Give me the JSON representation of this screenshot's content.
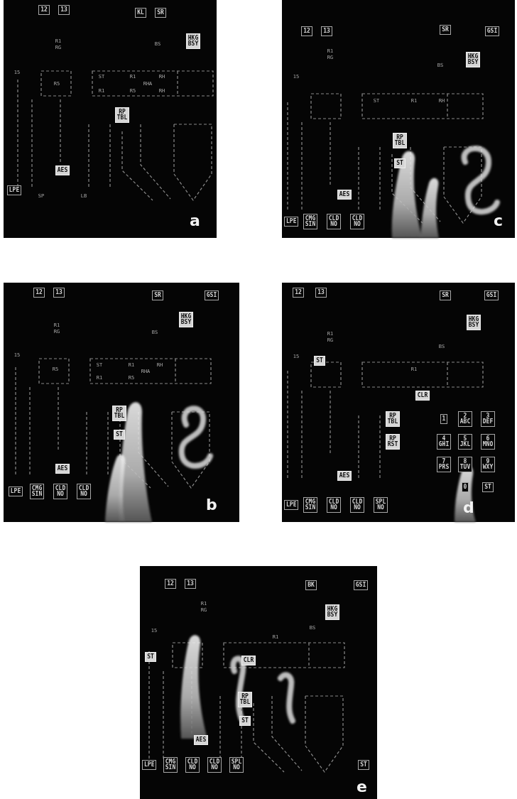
{
  "diagram": {
    "nodes": [
      {
        "text": [
          "a"
        ]
      },
      {
        "text": [
          "12"
        ],
        "in": 0
      },
      {
        "text": [
          "13"
        ],
        "in": 0
      },
      {
        "text": [
          "KL"
        ],
        "in": 0
      },
      {
        "text": [
          "SR"
        ],
        "in": 0
      },
      {
        "text": [
          "HKG BSY"
        ],
        "in": 0
      },
      {
        "text": [
          "RP TBL"
        ],
        "in": 0
      },
      {
        "text": [
          "AES"
        ],
        "in": 0
      },
      {
        "text": [
          "LPE"
        ],
        "in": 0
      },
      {
        "text": [
          "b"
        ]
      },
      {
        "text": [
          "12"
        ],
        "in": 9
      },
      {
        "text": [
          "13"
        ],
        "in": 9
      },
      {
        "text": [
          "SR"
        ],
        "in": 9
      },
      {
        "text": [
          "GSI"
        ],
        "in": 9
      },
      {
        "text": [
          "HKG BSY"
        ],
        "in": 9
      },
      {
        "text": [
          "RP TBL"
        ],
        "in": 9
      },
      {
        "text": [
          "ST"
        ],
        "in": 9
      },
      {
        "text": [
          "AES"
        ],
        "in": 9
      },
      {
        "text": [
          "LPE"
        ],
        "in": 9
      },
      {
        "text": [
          "CMG SIN"
        ],
        "in": 9
      },
      {
        "text": [
          "CLD NO"
        ],
        "in": 9
      },
      {
        "text": [
          "CLD NO"
        ],
        "in": 9
      },
      {
        "text": [
          "c"
        ]
      },
      {
        "text": [
          "12"
        ],
        "in": 22
      },
      {
        "text": [
          "13"
        ],
        "in": 22
      },
      {
        "text": [
          "SR"
        ],
        "in": 22
      },
      {
        "text": [
          "GSI"
        ],
        "in": 22
      },
      {
        "text": [
          "HKG BSY"
        ],
        "in": 22
      },
      {
        "text": [
          "RP TBL"
        ],
        "in": 22
      },
      {
        "text": [
          "ST"
        ],
        "in": 22
      },
      {
        "text": [
          "AES"
        ],
        "in": 22
      },
      {
        "text": [
          "LPE"
        ],
        "in": 22
      },
      {
        "text": [
          "CMG SIN"
        ],
        "in": 22
      },
      {
        "text": [
          "CLD NO"
        ],
        "in": 22
      },
      {
        "text": [
          "CLD NO"
        ],
        "in": 22
      },
      {
        "text": [
          "d"
        ]
      },
      {
        "text": [
          "12"
        ],
        "in": 35
      },
      {
        "text": [
          "13"
        ],
        "in": 35
      },
      {
        "text": [
          "SR"
        ],
        "in": 35
      },
      {
        "text": [
          "GSI"
        ],
        "in": 35
      },
      {
        "text": [
          "HKG BSY"
        ],
        "in": 35
      },
      {
        "text": [
          "ST"
        ],
        "in": 35
      },
      {
        "text": [
          "CLR"
        ],
        "in": 35
      },
      {
        "text": [
          "RP TBL"
        ],
        "in": 35
      },
      {
        "text": [
          "RP RST"
        ],
        "in": 35
      },
      {
        "text": [
          "1"
        ],
        "in": 35
      },
      {
        "text": [
          "2 ABC"
        ],
        "in": 35
      },
      {
        "text": [
          "3 DEF"
        ],
        "in": 35
      },
      {
        "text": [
          "4 GHI"
        ],
        "in": 35
      },
      {
        "text": [
          "5 JKL"
        ],
        "in": 35
      },
      {
        "text": [
          "6 MNO"
        ],
        "in": 35
      },
      {
        "text": [
          "7 PRS"
        ],
        "in": 35
      },
      {
        "text": [
          "8 TUV"
        ],
        "in": 35
      },
      {
        "text": [
          "9 WXY"
        ],
        "in": 35
      },
      {
        "text": [
          "0"
        ],
        "in": 35
      },
      {
        "text": [
          "ST"
        ],
        "in": 35
      },
      {
        "text": [
          "AES"
        ],
        "in": 35
      },
      {
        "text": [
          "LPE"
        ],
        "in": 35
      },
      {
        "text": [
          "CMG SIN"
        ],
        "in": 35
      },
      {
        "text": [
          "CLD NO"
        ],
        "in": 35
      },
      {
        "text": [
          "CLD NO"
        ],
        "in": 35
      },
      {
        "text": [
          "SPL NO"
        ],
        "in": 35
      },
      {
        "text": [
          "e"
        ]
      },
      {
        "text": [
          "12"
        ],
        "in": 62
      },
      {
        "text": [
          "13"
        ],
        "in": 62
      },
      {
        "text": [
          "BK"
        ],
        "in": 62
      },
      {
        "text": [
          "GSI"
        ],
        "in": 62
      },
      {
        "text": [
          "HKG BSY"
        ],
        "in": 62
      },
      {
        "text": [
          "ST"
        ],
        "in": 62
      },
      {
        "text": [
          "CLR"
        ],
        "in": 62
      },
      {
        "text": [
          "RP TBL"
        ],
        "in": 62
      },
      {
        "text": [
          "ST"
        ],
        "in": 62
      },
      {
        "text": [
          "AES"
        ],
        "in": 62
      },
      {
        "text": [
          "LPE"
        ],
        "in": 62
      },
      {
        "text": [
          "CMG SIN"
        ],
        "in": 62
      },
      {
        "text": [
          "CLD NO"
        ],
        "in": 62
      },
      {
        "text": [
          "CLD NO"
        ],
        "in": 62
      },
      {
        "text": [
          "SPL NO"
        ],
        "in": 62
      },
      {
        "text": [
          "ST"
        ],
        "in": 62
      }
    ],
    "labels": [
      "15",
      "R1",
      "RG",
      "BS",
      "ST",
      "R1",
      "RH",
      "RHA",
      "R1",
      "R5",
      "RH",
      "R5",
      "SP",
      "LB",
      "15",
      "R1",
      "RG",
      "BS",
      "ST",
      "R1",
      "RH",
      "RHA",
      "R1",
      "R5",
      "R5",
      "15",
      "R1",
      "RG",
      "BS",
      "ST",
      "R1",
      "RH",
      "15",
      "R1",
      "RG",
      "BS",
      "R1",
      "15",
      "R1",
      "RG",
      "BS",
      "R1"
    ]
  }
}
